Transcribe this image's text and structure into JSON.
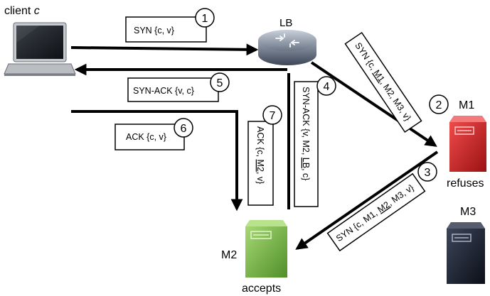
{
  "nodes": {
    "client": {
      "label_prefix": "client ",
      "label_var": "c",
      "icon": "laptop-icon"
    },
    "lb": {
      "label": "LB",
      "icon": "router-icon"
    },
    "m1": {
      "label": "M1",
      "status": "refuses",
      "color": "#d42a2a",
      "icon": "server-icon"
    },
    "m2": {
      "label": "M2",
      "status": "accepts",
      "color": "#7cc04a",
      "icon": "server-icon"
    },
    "m3": {
      "label": "M3",
      "color": "#1c2230",
      "icon": "server-icon"
    }
  },
  "messages": [
    {
      "step": "1",
      "parts": [
        {
          "t": "SYN {c, v}"
        }
      ]
    },
    {
      "step": "2",
      "parts": [
        {
          "t": "SYN {c, "
        },
        {
          "t": "M1",
          "u": true
        },
        {
          "t": ", M2, M3, v}"
        }
      ]
    },
    {
      "step": "3",
      "parts": [
        {
          "t": "SYN {c, M1, "
        },
        {
          "t": "M2",
          "u": true
        },
        {
          "t": ", M3, v}"
        }
      ]
    },
    {
      "step": "4",
      "parts": [
        {
          "t": "SYN-ACK {v, M2, "
        },
        {
          "t": "LB",
          "u": true
        },
        {
          "t": ", c}"
        }
      ]
    },
    {
      "step": "5",
      "parts": [
        {
          "t": "SYN-ACK {v, c}"
        }
      ]
    },
    {
      "step": "6",
      "parts": [
        {
          "t": "ACK {c, v}"
        }
      ]
    },
    {
      "step": "7",
      "parts": [
        {
          "t": "ACK {c, "
        },
        {
          "t": "M2",
          "u": true
        },
        {
          "t": ", v}"
        }
      ]
    }
  ]
}
